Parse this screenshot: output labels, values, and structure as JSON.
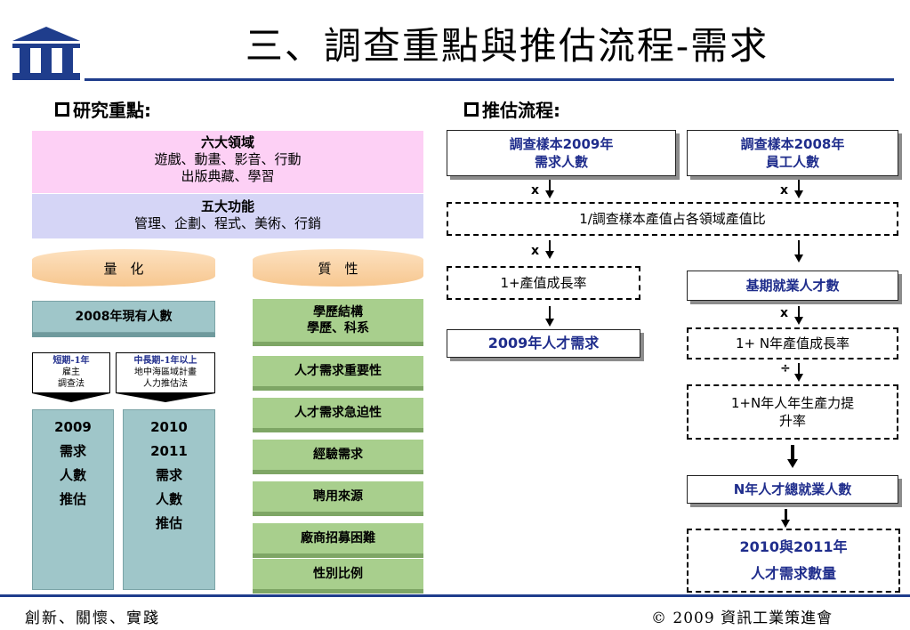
{
  "title": "三、調查重點與推估流程-需求",
  "left_section": "研究重點:",
  "right_section": "推估流程:",
  "six_fields": {
    "heading": "六大領域",
    "line1": "遊戲、動畫、影音、行動",
    "line2": "出版典藏、學習"
  },
  "five_functions": {
    "heading": "五大功能",
    "line1": "管理、企劃、程式、美術、行銷"
  },
  "quantitative": {
    "label": "量　化",
    "current": "2008年現有人數",
    "short_term": {
      "line1": "短期-1年",
      "line2": "雇主",
      "line3": "調查法"
    },
    "long_term": {
      "line1": "中長期-1年以上",
      "line2": "地中海區域計畫",
      "line3": "人力推估法"
    },
    "col1": [
      "2009",
      "需求",
      "人數",
      "推估"
    ],
    "col2": [
      "2010",
      "2011",
      "需求",
      "人數",
      "推估"
    ]
  },
  "qualitative": {
    "label": "質　性",
    "items": [
      {
        "line1": "學歷結構",
        "line2": "學歷、科系"
      },
      {
        "line1": "人才需求重要性"
      },
      {
        "line1": "人才需求急迫性"
      },
      {
        "line1": "經驗需求"
      },
      {
        "line1": "聘用來源"
      },
      {
        "line1": "廠商招募困難"
      },
      {
        "line1": "性別比例"
      }
    ]
  },
  "flow": {
    "sample2009": {
      "line1": "調查樣本2009年",
      "line2": "需求人數"
    },
    "sample2008": {
      "line1": "調查樣本2008年",
      "line2": "員工人數"
    },
    "x_label": "x",
    "div_label": "÷",
    "ratio": "1/調查樣本產值占各領域產值比",
    "growth1": "1+產值成長率",
    "base_employment": "基期就業人才數",
    "demand2009": "2009年人才需求",
    "growthN": "1+ N年產值成長率",
    "productivity": {
      "line1": "1+N年人年生產力提",
      "line2": "升率"
    },
    "total_employment": "N年人才總就業人數",
    "demand_2010_2011": {
      "line1": "2010與2011年",
      "line2": "人才需求數量"
    }
  },
  "footer": {
    "left": "創新、關懷、實踐",
    "right": "© 2009 資訊工業策進會"
  },
  "colors": {
    "accent": "#1f3d8c",
    "pink": "#fdd0f5",
    "lavender": "#d5d5f6",
    "teal": "#9fc6c9",
    "green": "#a8cf8d",
    "orange": "#f7c790"
  }
}
